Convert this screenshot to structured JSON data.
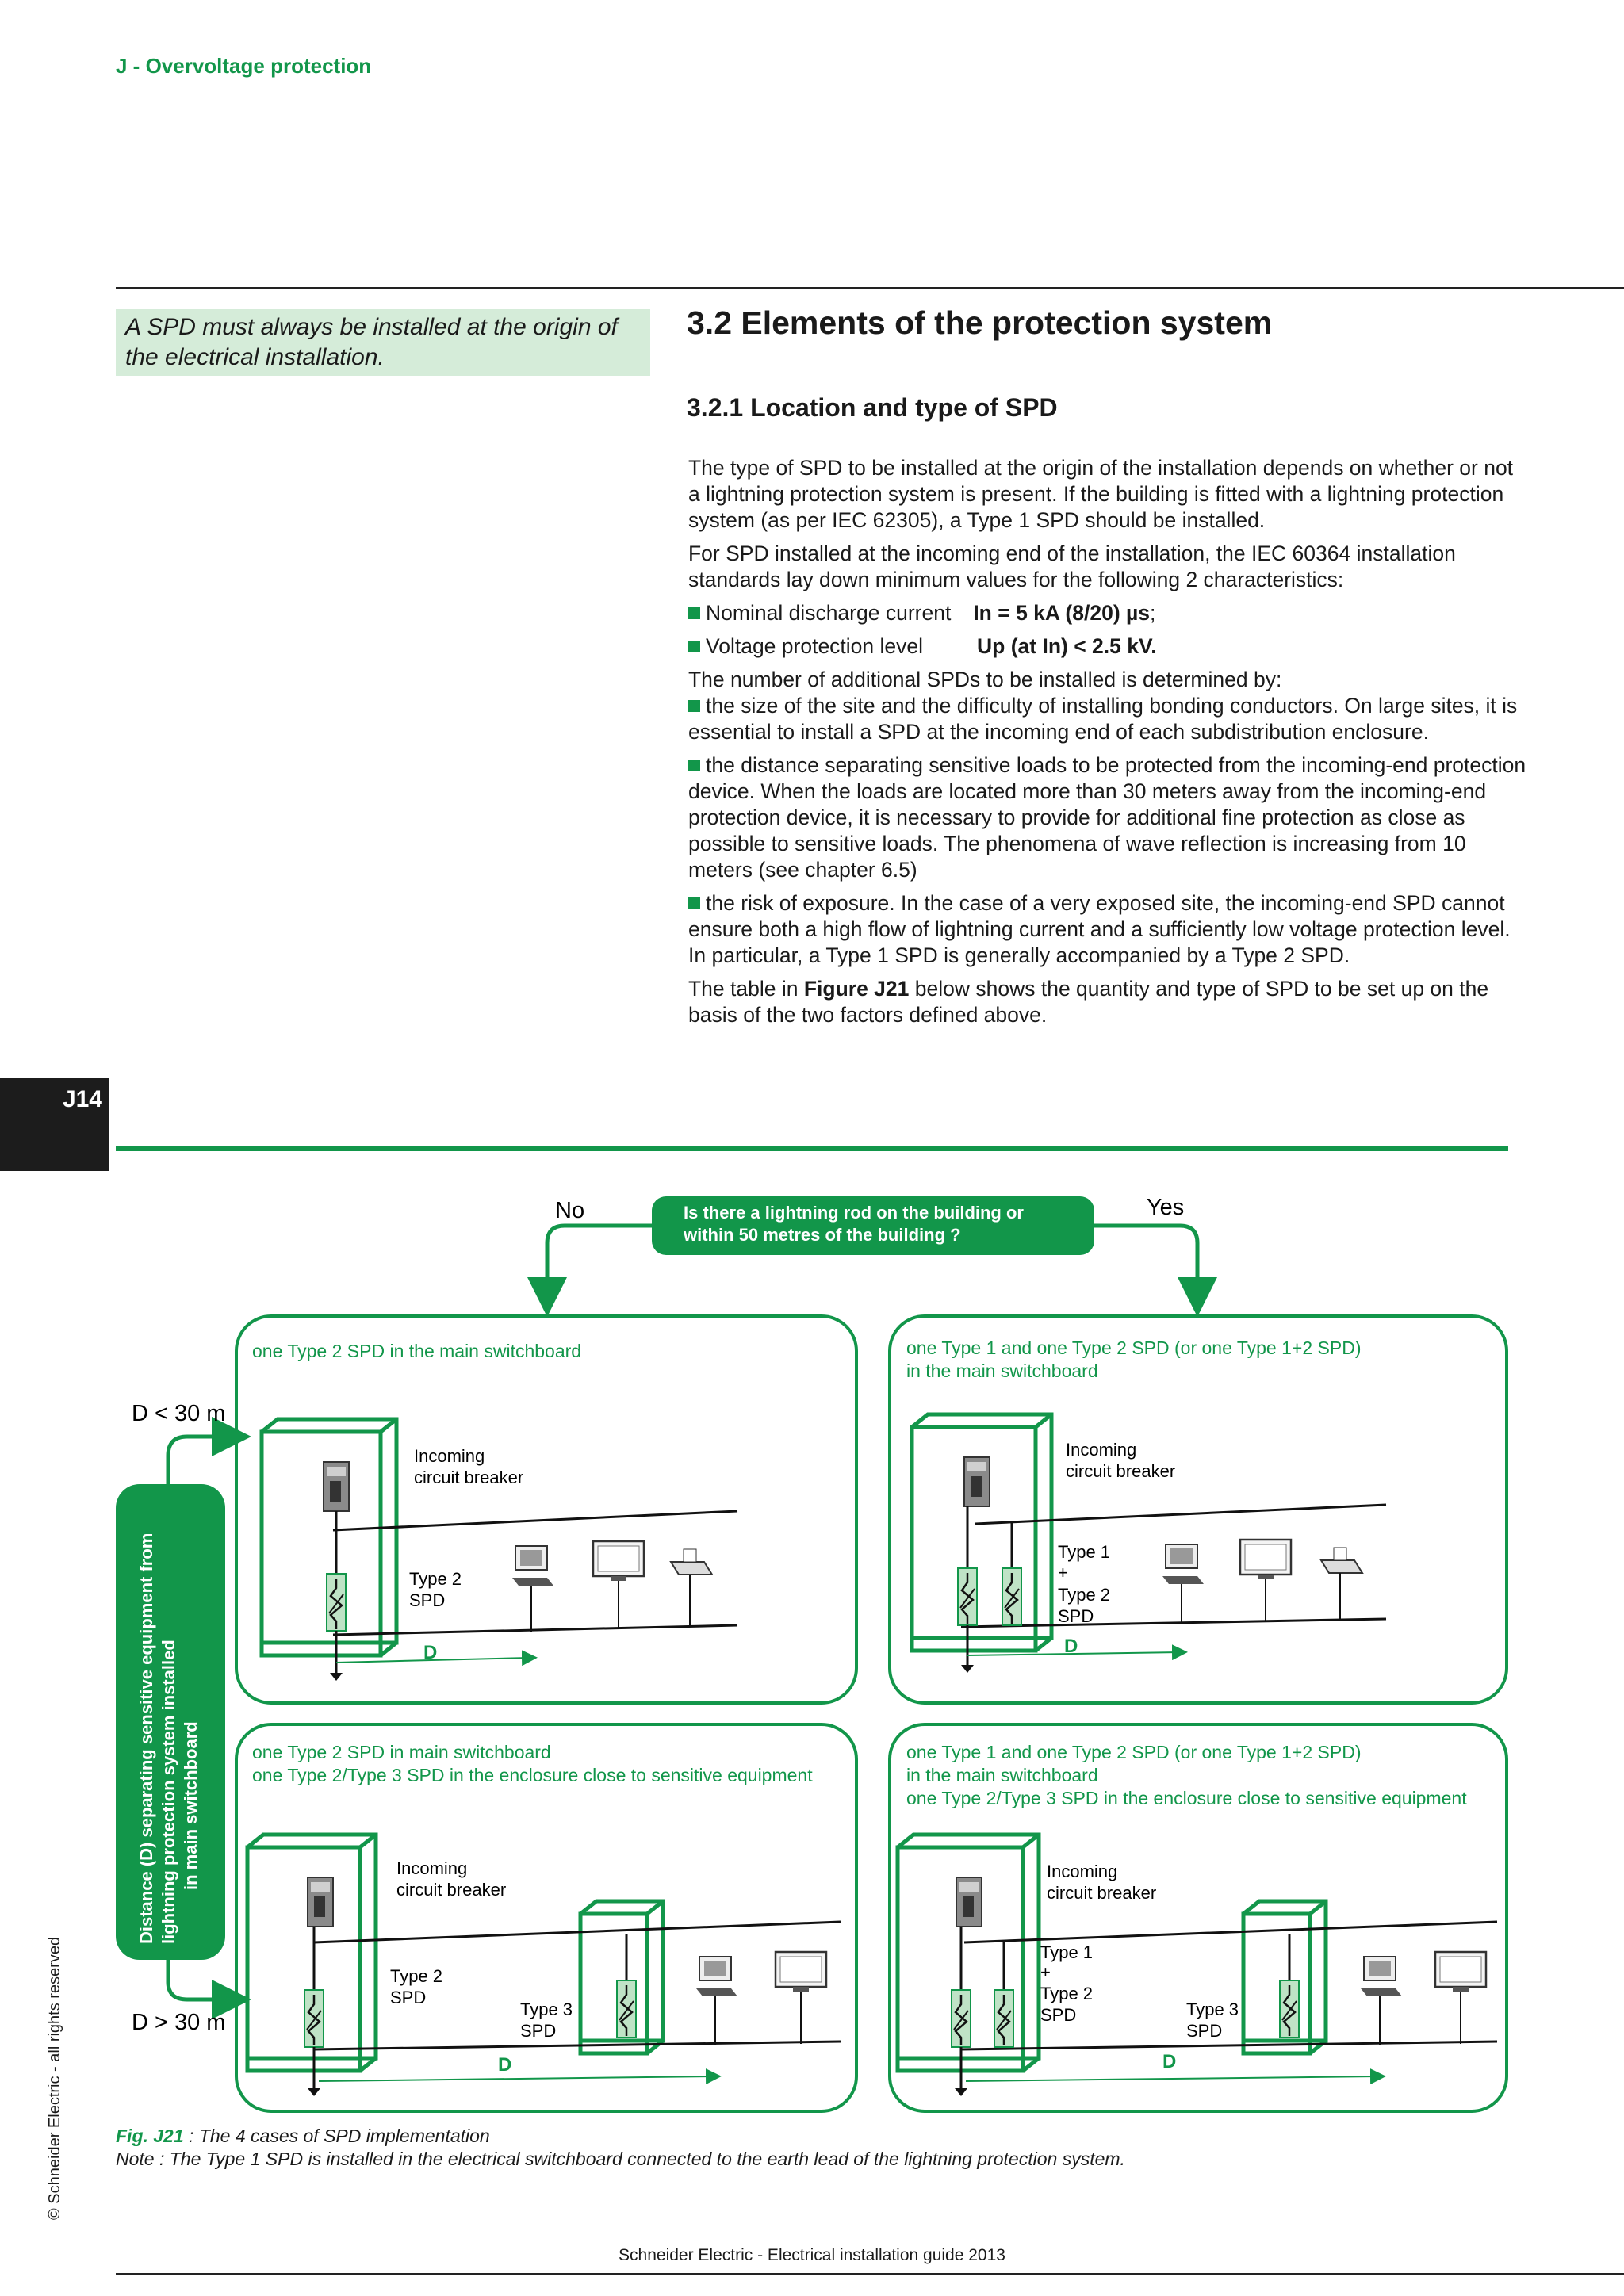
{
  "header": {
    "title": "J - Overvoltage protection"
  },
  "sidenote": "A SPD must always be installed at the origin of the electrical installation.",
  "section": {
    "h2": "3.2  Elements of the protection system",
    "h3": "3.2.1  Location and type of SPD"
  },
  "body": {
    "p1": "The type of SPD to be installed at the origin of the installation depends on whether or not a lightning protection system is present. If the building is fitted with a lightning protection system (as per IEC 62305), a Type 1 SPD should be installed.",
    "p2": "For SPD installed at the incoming end of the installation, the IEC 60364 installation standards lay down minimum values for the following 2 characteristics:",
    "b1_label": "Nominal discharge current",
    "b1_value": "In = 5 kA (8/20) µs",
    "b1_tail": ";",
    "b2_label": "Voltage protection level",
    "b2_value": "Up (at In) < 2.5 kV.",
    "p3": "The number of additional SPDs to be installed is determined by:",
    "b3": "the size of the site and the difficulty of installing bonding conductors. On large sites, it is essential to install a SPD at the incoming end of each subdistribution enclosure.",
    "b4": "the distance separating sensitive loads to be protected from the incoming-end protection device. When the loads are located more than 30 meters away from the incoming-end protection device, it is necessary to provide for additional fine protection as close as possible to sensitive loads. The phenomena of wave reflection is increasing from 10 meters (see chapter 6.5)",
    "b5": "the risk of exposure. In the case of a very exposed site, the incoming-end SPD cannot ensure both a high flow of lightning current and a sufficiently low voltage protection level. In particular, a Type 1 SPD is generally accompanied by a Type 2 SPD.",
    "p4_pre": "The table in ",
    "p4_bold": "Figure J21",
    "p4_post": " below shows the quantity and type of SPD to be set up on the basis of the two factors defined above."
  },
  "page_tab": "J14",
  "diagram": {
    "question_line1": "Is there a lightning rod on the building or",
    "question_line2": "within 50 metres of the building ?",
    "no": "No",
    "yes": "Yes",
    "d_less": "D < 30 m",
    "d_more": "D > 30 m",
    "side_line1": "Distance (D) separating sensitive equipment from",
    "side_line2": "lightning protection system installed",
    "side_line3": "in main switchboard",
    "p1_title": "one Type 2 SPD in the main switchboard",
    "p2_title1": "one Type 1 and one Type 2 SPD  (or one Type 1+2 SPD)",
    "p2_title2": "in the main switchboard",
    "p3_title1": "one Type 2 SPD in main switchboard",
    "p3_title2": "one Type 2/Type 3 SPD in the enclosure close to sensitive equipment",
    "p4_title1": "one Type 1 and one Type 2 SPD  (or one Type 1+2 SPD)",
    "p4_title2": "in the main switchboard",
    "p4_title3": "one Type 2/Type 3 SPD in the enclosure close to sensitive equipment",
    "incoming1": "Incoming",
    "incoming2": "circuit breaker",
    "type2": "Type 2",
    "spd": "SPD",
    "type1": "Type 1",
    "plus": "+",
    "type3": "Type 3",
    "d": "D"
  },
  "figure": {
    "label": "Fig. J21",
    "caption": " : The 4 cases of SPD implementation",
    "note": "Note : The Type 1 SPD is installed in the electrical switchboard connected to the earth lead of the lightning protection system."
  },
  "copyright": "© Schneider Electric - all rights reserved",
  "footer": "Schneider Electric - Electrical installation guide 2013",
  "colors": {
    "accent": "#12964a",
    "light_green": "#d5ecd9"
  }
}
